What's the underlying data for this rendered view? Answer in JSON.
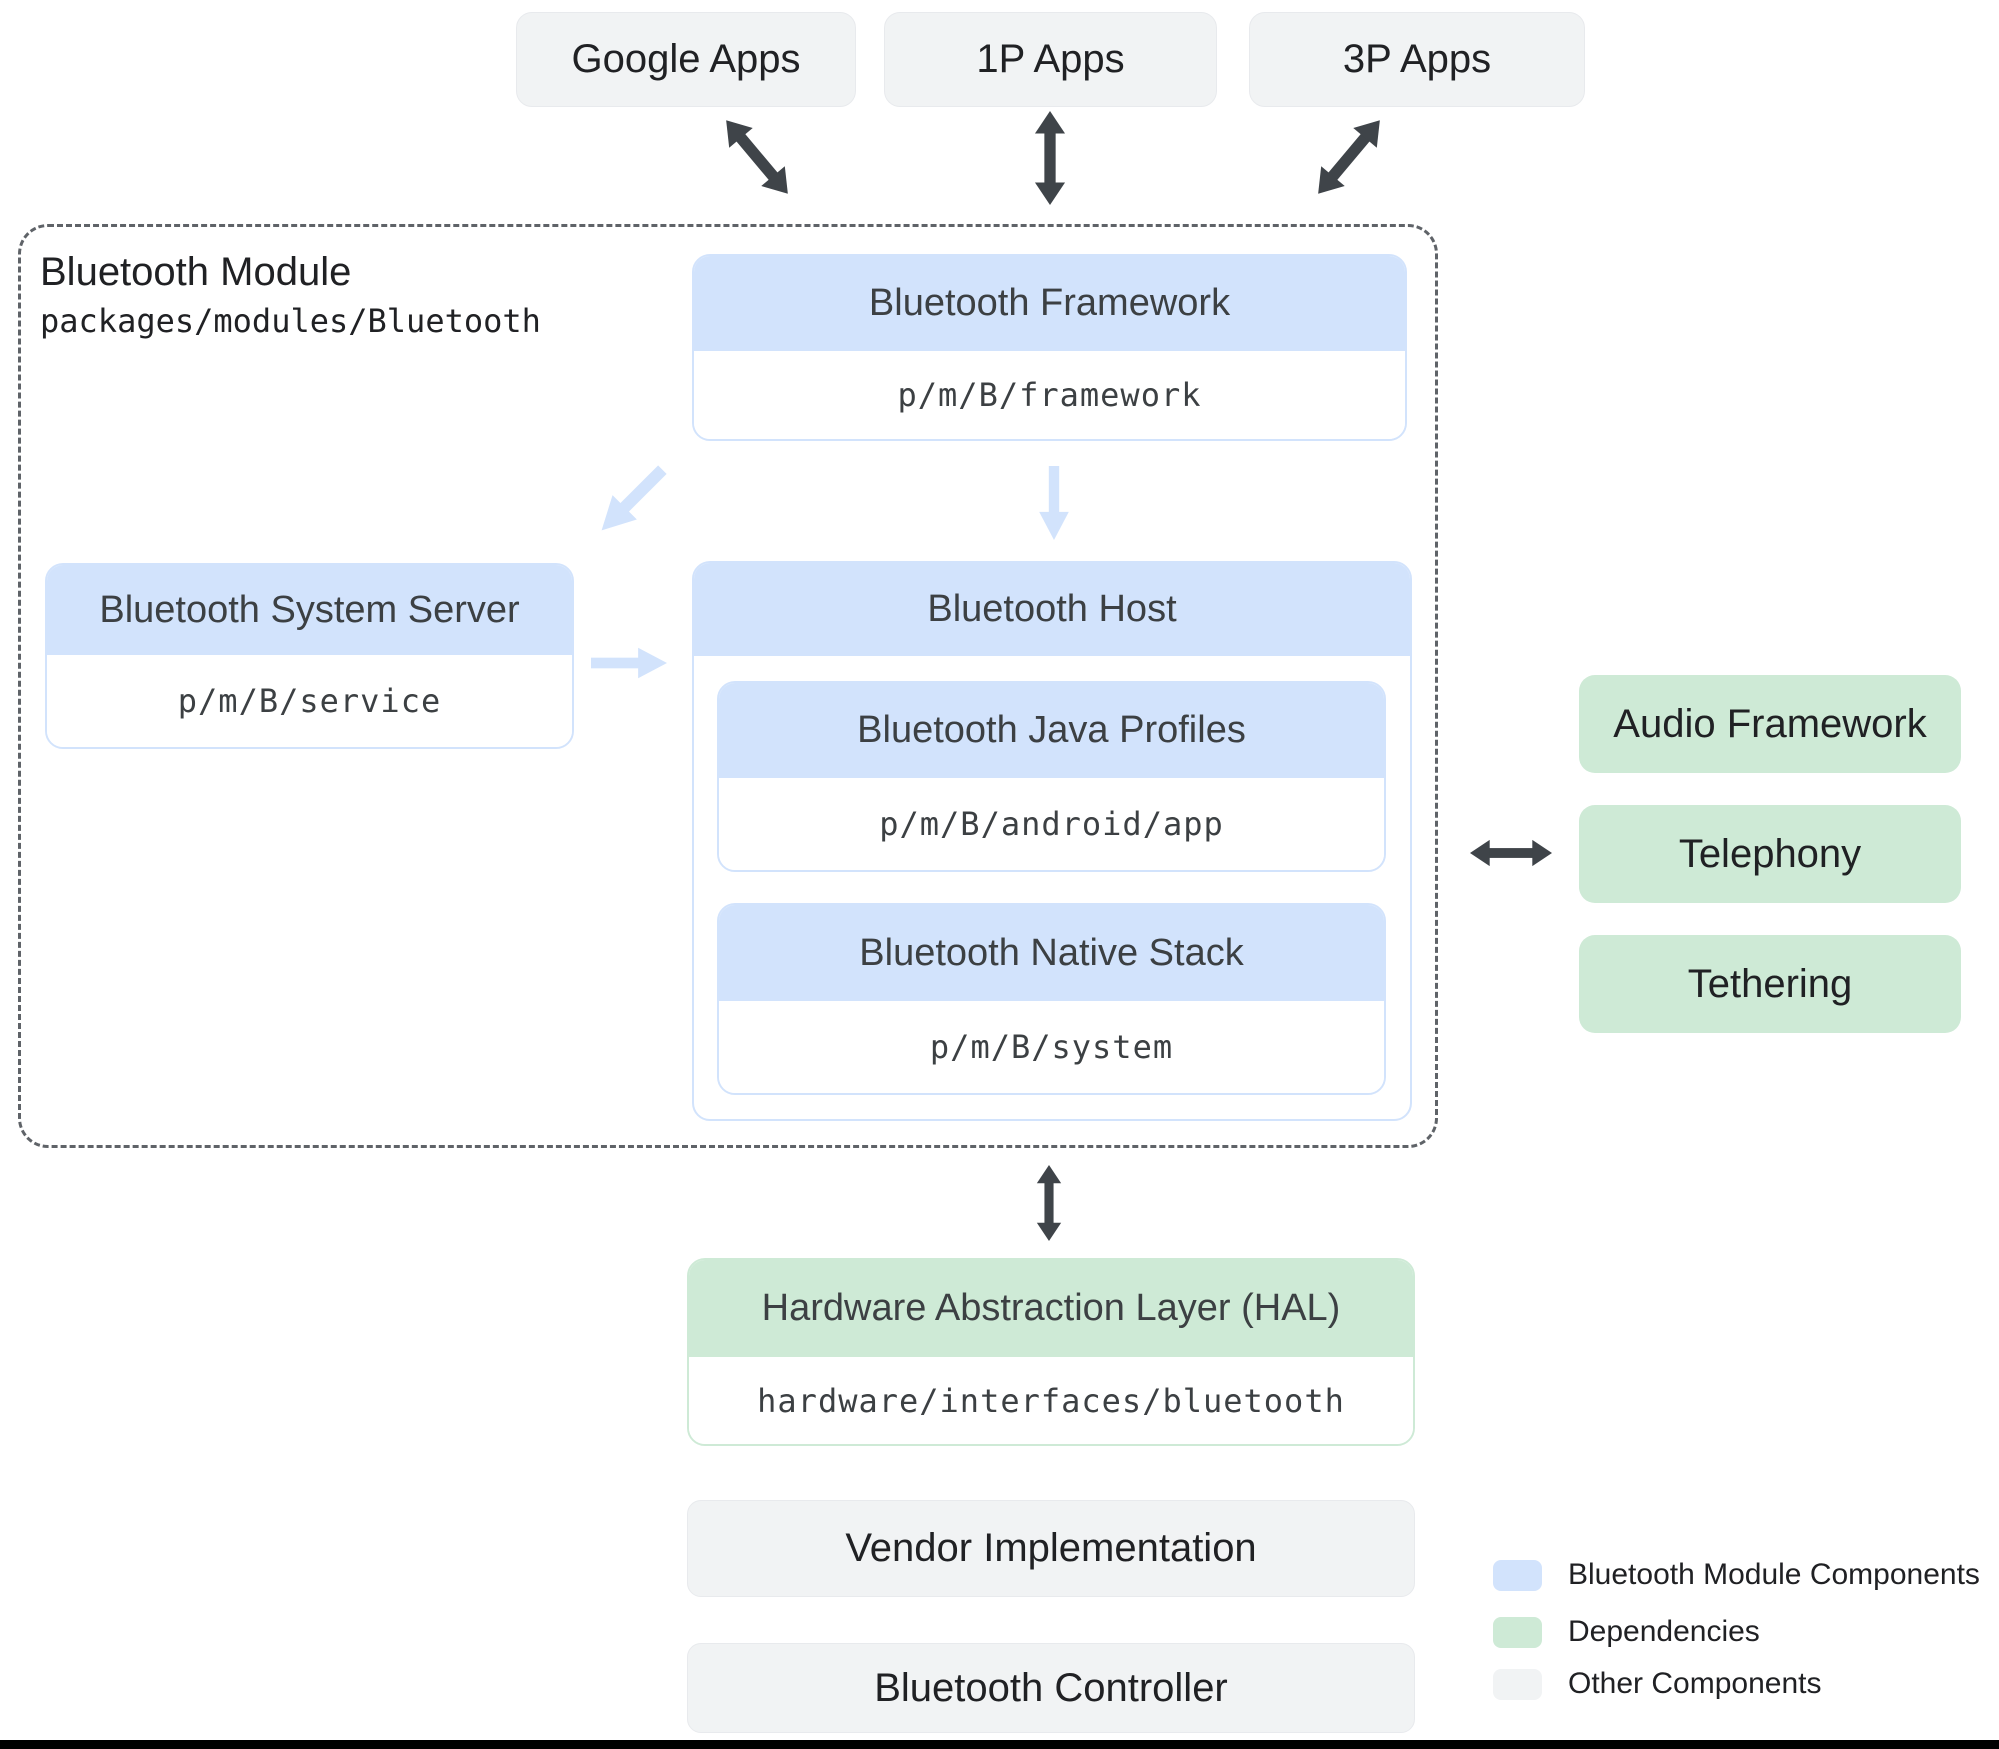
{
  "top_apps": [
    {
      "label": "Google Apps"
    },
    {
      "label": "1P Apps"
    },
    {
      "label": "3P Apps"
    }
  ],
  "module": {
    "title": "Bluetooth Module",
    "path": "packages/modules/Bluetooth",
    "framework": {
      "title": "Bluetooth Framework",
      "path": "p/m/B/framework"
    },
    "system_server": {
      "title": "Bluetooth System Server",
      "path": "p/m/B/service"
    },
    "host": {
      "title": "Bluetooth Host",
      "java_profiles": {
        "title": "Bluetooth Java Profiles",
        "path": "p/m/B/android/app"
      },
      "native_stack": {
        "title": "Bluetooth Native Stack",
        "path": "p/m/B/system"
      }
    }
  },
  "dependencies": [
    {
      "label": "Audio Framework"
    },
    {
      "label": "Telephony"
    },
    {
      "label": "Tethering"
    }
  ],
  "hal": {
    "title": "Hardware Abstraction Layer (HAL)",
    "path": "hardware/interfaces/bluetooth"
  },
  "other_components": [
    {
      "label": "Vendor Implementation"
    },
    {
      "label": "Bluetooth Controller"
    }
  ],
  "legend": [
    {
      "label": "Bluetooth Module Components",
      "color": "#d2e3fc",
      "style": "background:#d2e3fc"
    },
    {
      "label": "Dependencies",
      "color": "#ceead6",
      "style": "background:#ceead6"
    },
    {
      "label": "Other Components",
      "color": "#f1f3f4",
      "style": "background:#f1f3f4"
    }
  ],
  "colors": {
    "module_component_fill": "#d2e3fc",
    "dependency_fill": "#ceead6",
    "other_fill": "#f1f3f4",
    "dark_arrow": "#3f4449",
    "light_arrow": "#d2e3fc",
    "dashed_border": "#5f6368",
    "header_text": "#3c4043",
    "label_text": "#202124"
  }
}
